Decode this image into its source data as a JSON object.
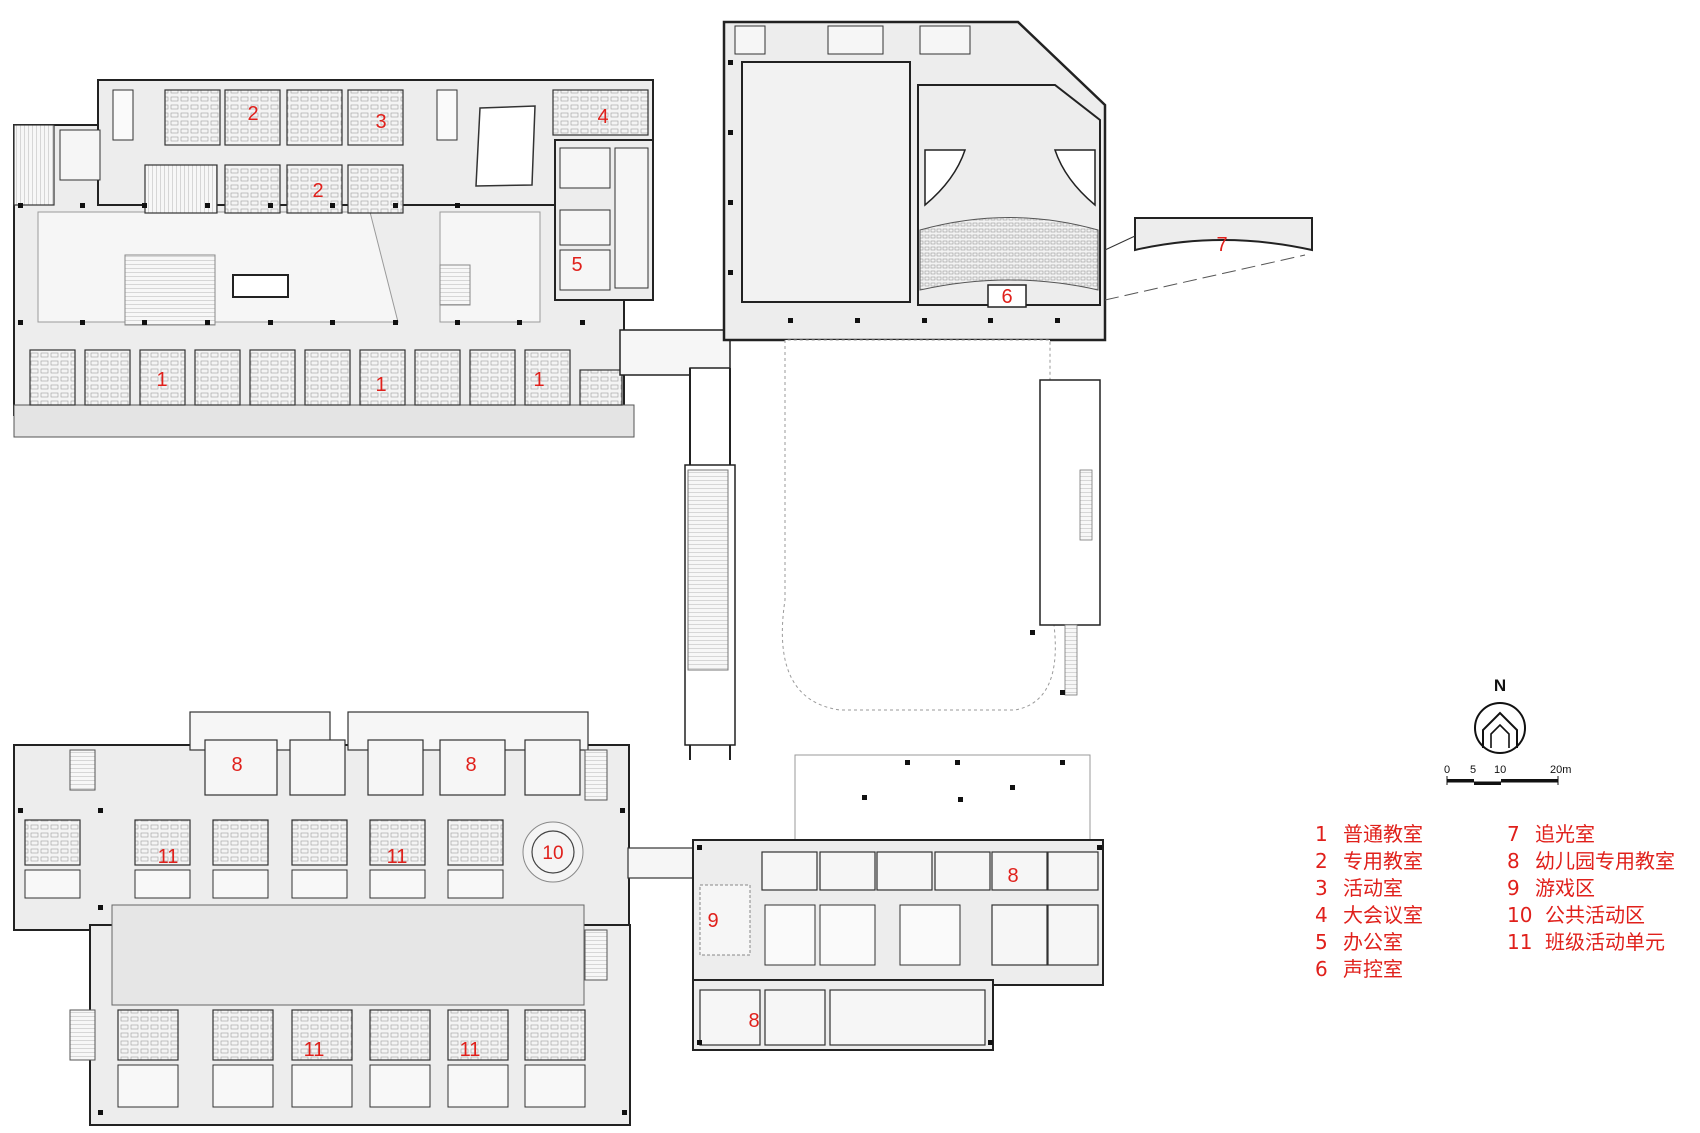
{
  "plan": {
    "room_labels": {
      "l1": "1",
      "l2": "2",
      "l3": "3",
      "l4": "4",
      "l5": "5",
      "l6": "6",
      "l7": "7",
      "l8": "8",
      "l9": "9",
      "l10": "10",
      "l11": "11"
    }
  },
  "compass": {
    "north_label": "N",
    "icon": "north-arrow-icon"
  },
  "scale_bar": {
    "ticks": [
      "0",
      "5",
      "10",
      "20m"
    ]
  },
  "legend": {
    "items": [
      {
        "num": "1",
        "label": "普通教室"
      },
      {
        "num": "2",
        "label": "专用教室"
      },
      {
        "num": "3",
        "label": "活动室"
      },
      {
        "num": "4",
        "label": "大会议室"
      },
      {
        "num": "5",
        "label": "办公室"
      },
      {
        "num": "6",
        "label": "声控室"
      },
      {
        "num": "7",
        "label": "追光室"
      },
      {
        "num": "8",
        "label": "幼儿园专用教室"
      },
      {
        "num": "9",
        "label": "游戏区"
      },
      {
        "num": "10",
        "label": "公共活动区"
      },
      {
        "num": "11",
        "label": "班级活动单元"
      }
    ]
  },
  "colors": {
    "label_red": "#e0201b",
    "wall": "#222222",
    "floor": "#ededed",
    "line": "#888888"
  }
}
